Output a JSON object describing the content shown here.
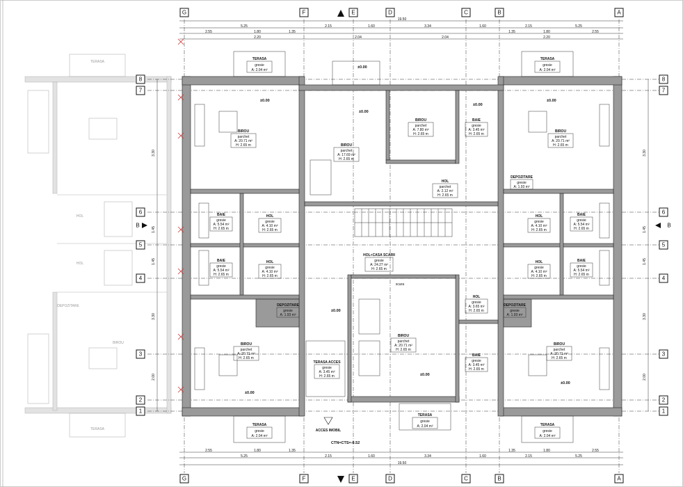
{
  "axes": {
    "columns": [
      "G",
      "F",
      "E",
      "D",
      "C",
      "B",
      "A"
    ],
    "rows": [
      "8",
      "7",
      "6",
      "5",
      "4",
      "3",
      "2",
      "1"
    ],
    "section_label": "B"
  },
  "dimensions": {
    "top_row1": [
      "5.25",
      "2.15",
      "1.60",
      "3.34",
      "1.60",
      "2.15",
      "5.25"
    ],
    "top_row2": [
      "2.55",
      "1.80",
      "1.35",
      "1.35",
      "1.80",
      "2.55"
    ],
    "top_row3": [
      "2.20",
      "2.04",
      "2.04",
      "2.20"
    ],
    "overall": "19.50",
    "left_side": [
      "3.30",
      "1.45",
      "1.45",
      "3.30",
      "2.00"
    ]
  },
  "rooms": [
    {
      "id": "terasa-nw",
      "title": "TERASA",
      "finish": "gresie",
      "area": "A: 2.04 m²"
    },
    {
      "id": "terasa-n",
      "title": "",
      "finish": "",
      "area": "±0.00"
    },
    {
      "id": "terasa-ne",
      "title": "TERASA",
      "finish": "gresie",
      "area": "A: 2.04 m²"
    },
    {
      "id": "birou-nw",
      "title": "BIROU",
      "finish": "parchet",
      "area": "A: 20.71 m²",
      "height": "H: 2.65 m"
    },
    {
      "id": "birou-n",
      "title": "BIROU",
      "finish": "parchet",
      "area": "A: 17.69 m²",
      "height": "H: 2.65 m"
    },
    {
      "id": "birou-nc",
      "title": "BIROU",
      "finish": "parchet",
      "area": "A: 7.80 m²",
      "height": "H: 2.65 m"
    },
    {
      "id": "baie-nc",
      "title": "BAIE",
      "finish": "gresie",
      "area": "A: 3.45 m²",
      "height": "H: 2.65 m"
    },
    {
      "id": "birou-ne",
      "title": "BIROU",
      "finish": "parchet",
      "area": "A: 20.71 m²",
      "height": "H: 2.65 m"
    },
    {
      "id": "hol-n",
      "title": "HOL",
      "finish": "parchet",
      "area": "A: 2.12 m²",
      "height": "H: 2.65 m"
    },
    {
      "id": "depozitare-ne",
      "title": "DEPOZITARE",
      "finish": "gresie",
      "area": "A: 1.93 m²"
    },
    {
      "id": "baie-w1",
      "title": "BAIE",
      "finish": "gresie",
      "area": "A: 5.54 m²",
      "height": "H: 2.65 m"
    },
    {
      "id": "hol-w1",
      "title": "HOL",
      "finish": "gresie",
      "area": "A: 4.10 m²",
      "height": "H: 2.65 m"
    },
    {
      "id": "baie-w2",
      "title": "BAIE",
      "finish": "gresie",
      "area": "A: 5.54 m²",
      "height": "H: 2.65 m"
    },
    {
      "id": "hol-w2",
      "title": "HOL",
      "finish": "gresie",
      "area": "A: 4.10 m²",
      "height": "H: 2.65 m"
    },
    {
      "id": "hol-scara",
      "title": "HOL+CASA SCARII",
      "finish": "gresie",
      "area": "A: 24.27 m²",
      "height": "H: 2.65 m"
    },
    {
      "id": "baie-e1",
      "title": "BAIE",
      "finish": "gresie",
      "area": "A: 5.54 m²",
      "height": "H: 2.65 m"
    },
    {
      "id": "hol-e1",
      "title": "HOL",
      "finish": "gresie",
      "area": "A: 4.10 m²",
      "height": "H: 2.65 m"
    },
    {
      "id": "baie-e2",
      "title": "BAIE",
      "finish": "gresie",
      "area": "A: 5.54 m²",
      "height": "H: 2.65 m"
    },
    {
      "id": "hol-e2",
      "title": "HOL",
      "finish": "gresie",
      "area": "A: 4.10 m²",
      "height": "H: 2.65 m"
    },
    {
      "id": "depozitare-w",
      "title": "DEPOZITARE",
      "finish": "gresie",
      "area": "A: 1.93 m²"
    },
    {
      "id": "depozitare-e",
      "title": "DEPOZITARE",
      "finish": "gresie",
      "area": "A: 1.93 m²"
    },
    {
      "id": "hol-se",
      "title": "HOL",
      "finish": "gresie",
      "area": "A: 3.65 m²",
      "height": "H: 2.65 m"
    },
    {
      "id": "birou-sw",
      "title": "BIROU",
      "finish": "parchet",
      "area": "A: 20.71 m²",
      "height": "H: 2.65 m"
    },
    {
      "id": "birou-s",
      "title": "BIROU",
      "finish": "parchet",
      "area": "A: 20.71 m²",
      "height": "H: 2.65 m"
    },
    {
      "id": "baie-se",
      "title": "BAIE",
      "finish": "gresie",
      "area": "A: 3.45 m²",
      "height": "H: 2.65 m"
    },
    {
      "id": "birou-se",
      "title": "BIROU",
      "finish": "parchet",
      "area": "A: 20.71 m²",
      "height": "H: 2.65 m"
    },
    {
      "id": "terasa-acces",
      "title": "TERASA ACCES",
      "finish": "gresie",
      "area": "A: 3.45 m²",
      "height": "H: 2.65 m"
    },
    {
      "id": "terasa-sw",
      "title": "TERASA",
      "finish": "gresie",
      "area": "A: 2.04 m²"
    },
    {
      "id": "terasa-s",
      "title": "TERASA",
      "finish": "gresie",
      "area": "A: 2.04 m²"
    },
    {
      "id": "terasa-se",
      "title": "TERASA",
      "finish": "gresie",
      "area": "A: 2.04 m²"
    }
  ],
  "annotations": {
    "elevation_zero": "±0.00",
    "elevation_entry": "CTN=CTS=-0.52",
    "entry_label": "ACCES IMOBIL",
    "stair_label": "scara",
    "ghost_labels": [
      "TERASA",
      "HOL",
      "HOL",
      "DEPOZITARE",
      "BIROU",
      "TERASA"
    ]
  },
  "colors": {
    "wall": "#9a9a9a",
    "grid": "#333333",
    "ghost": "#b5b5b5",
    "mark": "#d03030"
  }
}
